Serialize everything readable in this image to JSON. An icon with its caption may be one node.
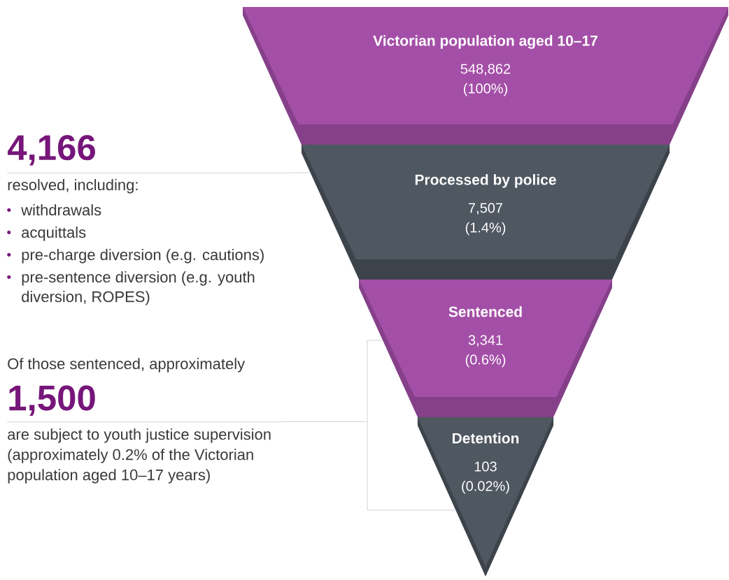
{
  "diagram": {
    "nodes": [
      {
        "text": [
          "Victorian population aged 10–17",
          "548,862 (100%)"
        ]
      },
      {
        "text": [
          "Processed by police",
          "7,507 (1.4%)"
        ]
      },
      {
        "text": [
          "Sentenced",
          "3,341 (0.6%)"
        ]
      },
      {
        "text": [
          "Detention",
          "103 (0.02%)"
        ]
      },
      {
        "text": [
          "4,166",
          "resolved, including:",
          "withdrawals",
          "acquittals",
          "pre-charge diversion (e.g. cautions)",
          "pre-sentence diversion (e.g. youth diversion, ROPES)"
        ]
      },
      {
        "text": [
          "Of those sentenced, approximately",
          "1,500",
          "are subject to youth justice supervision (approximately 0.2% of the Victorian population aged 10–17 years)"
        ]
      }
    ],
    "edges": [
      {
        "from": 4,
        "to": 1,
        "arrow": "none"
      },
      {
        "from": 5,
        "to": 2,
        "arrow": "none"
      },
      {
        "from": 5,
        "to": 3,
        "arrow": "none"
      }
    ]
  }
}
